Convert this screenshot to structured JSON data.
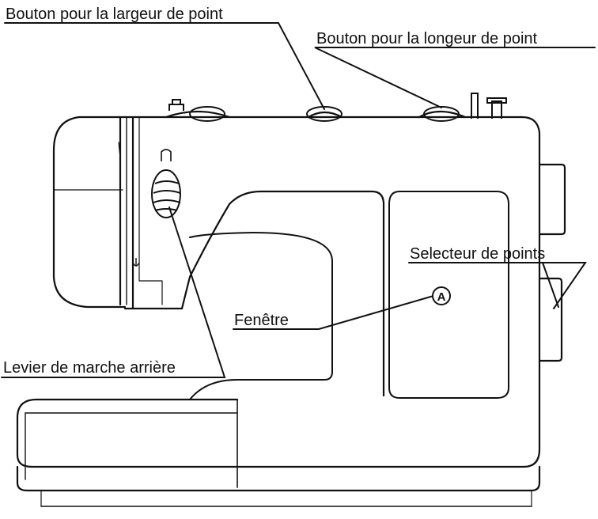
{
  "colors": {
    "background": "#ffffff",
    "ink": "#111111"
  },
  "labels": {
    "stitch_width_knob": "Bouton pour la largeur de point",
    "stitch_length_knob": "Bouton pour la longeur de point",
    "pattern_selector": "Selecteur de points",
    "window": "Fenêtre",
    "reverse_lever": "Levier de marche arrière",
    "marker_a": "A"
  }
}
